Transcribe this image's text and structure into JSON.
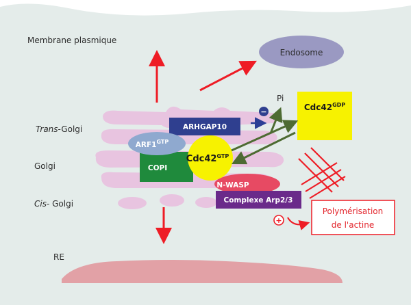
{
  "colors": {
    "cell_background": "#e4ecea",
    "page_background": "#ffffff",
    "golgi": "#e8c4e0",
    "er": "#e2a1a6",
    "endosome": "#9a99c2",
    "arhgap10": "#2f3f8f",
    "arf1": "#8fa9cf",
    "copi": "#1f8a3c",
    "cdc42_gtp": "#f7f200",
    "cdc42_gdp": "#f7f200",
    "nwasp": "#e74a63",
    "arp23": "#6a2a8a",
    "red_arrow": "#ee1c25",
    "green_arrow": "#4d6b32",
    "blue_arrow": "#2b3f95",
    "polymerisation_border": "#ee1c25",
    "polymerisation_text": "#e3252c"
  },
  "labels": {
    "membrane": "Membrane plasmique",
    "trans_golgi_italic": "Trans",
    "trans_golgi_rest": "-Golgi",
    "golgi": "Golgi",
    "cis_golgi_italic": "Cis",
    "cis_golgi_rest": "- Golgi",
    "re": "RE",
    "endosome": "Endosome",
    "pi": "Pi"
  },
  "boxes": {
    "arhgap10": "ARHGAP10",
    "arf1_main": "ARF1",
    "arf1_sup": "GTP",
    "copi": "COPI",
    "cdc42_gtp_main": "Cdc42",
    "cdc42_gtp_sup": "GTP",
    "cdc42_gdp_main": "Cdc42",
    "cdc42_gdp_sup": "GDP",
    "nwasp": "N-WASP",
    "arp23": "Complexe Arp2/3",
    "polymerisation_line1": "Polymérisation",
    "polymerisation_line2": "de l'actine"
  },
  "symbols": {
    "minus": "−",
    "plus": "+"
  }
}
